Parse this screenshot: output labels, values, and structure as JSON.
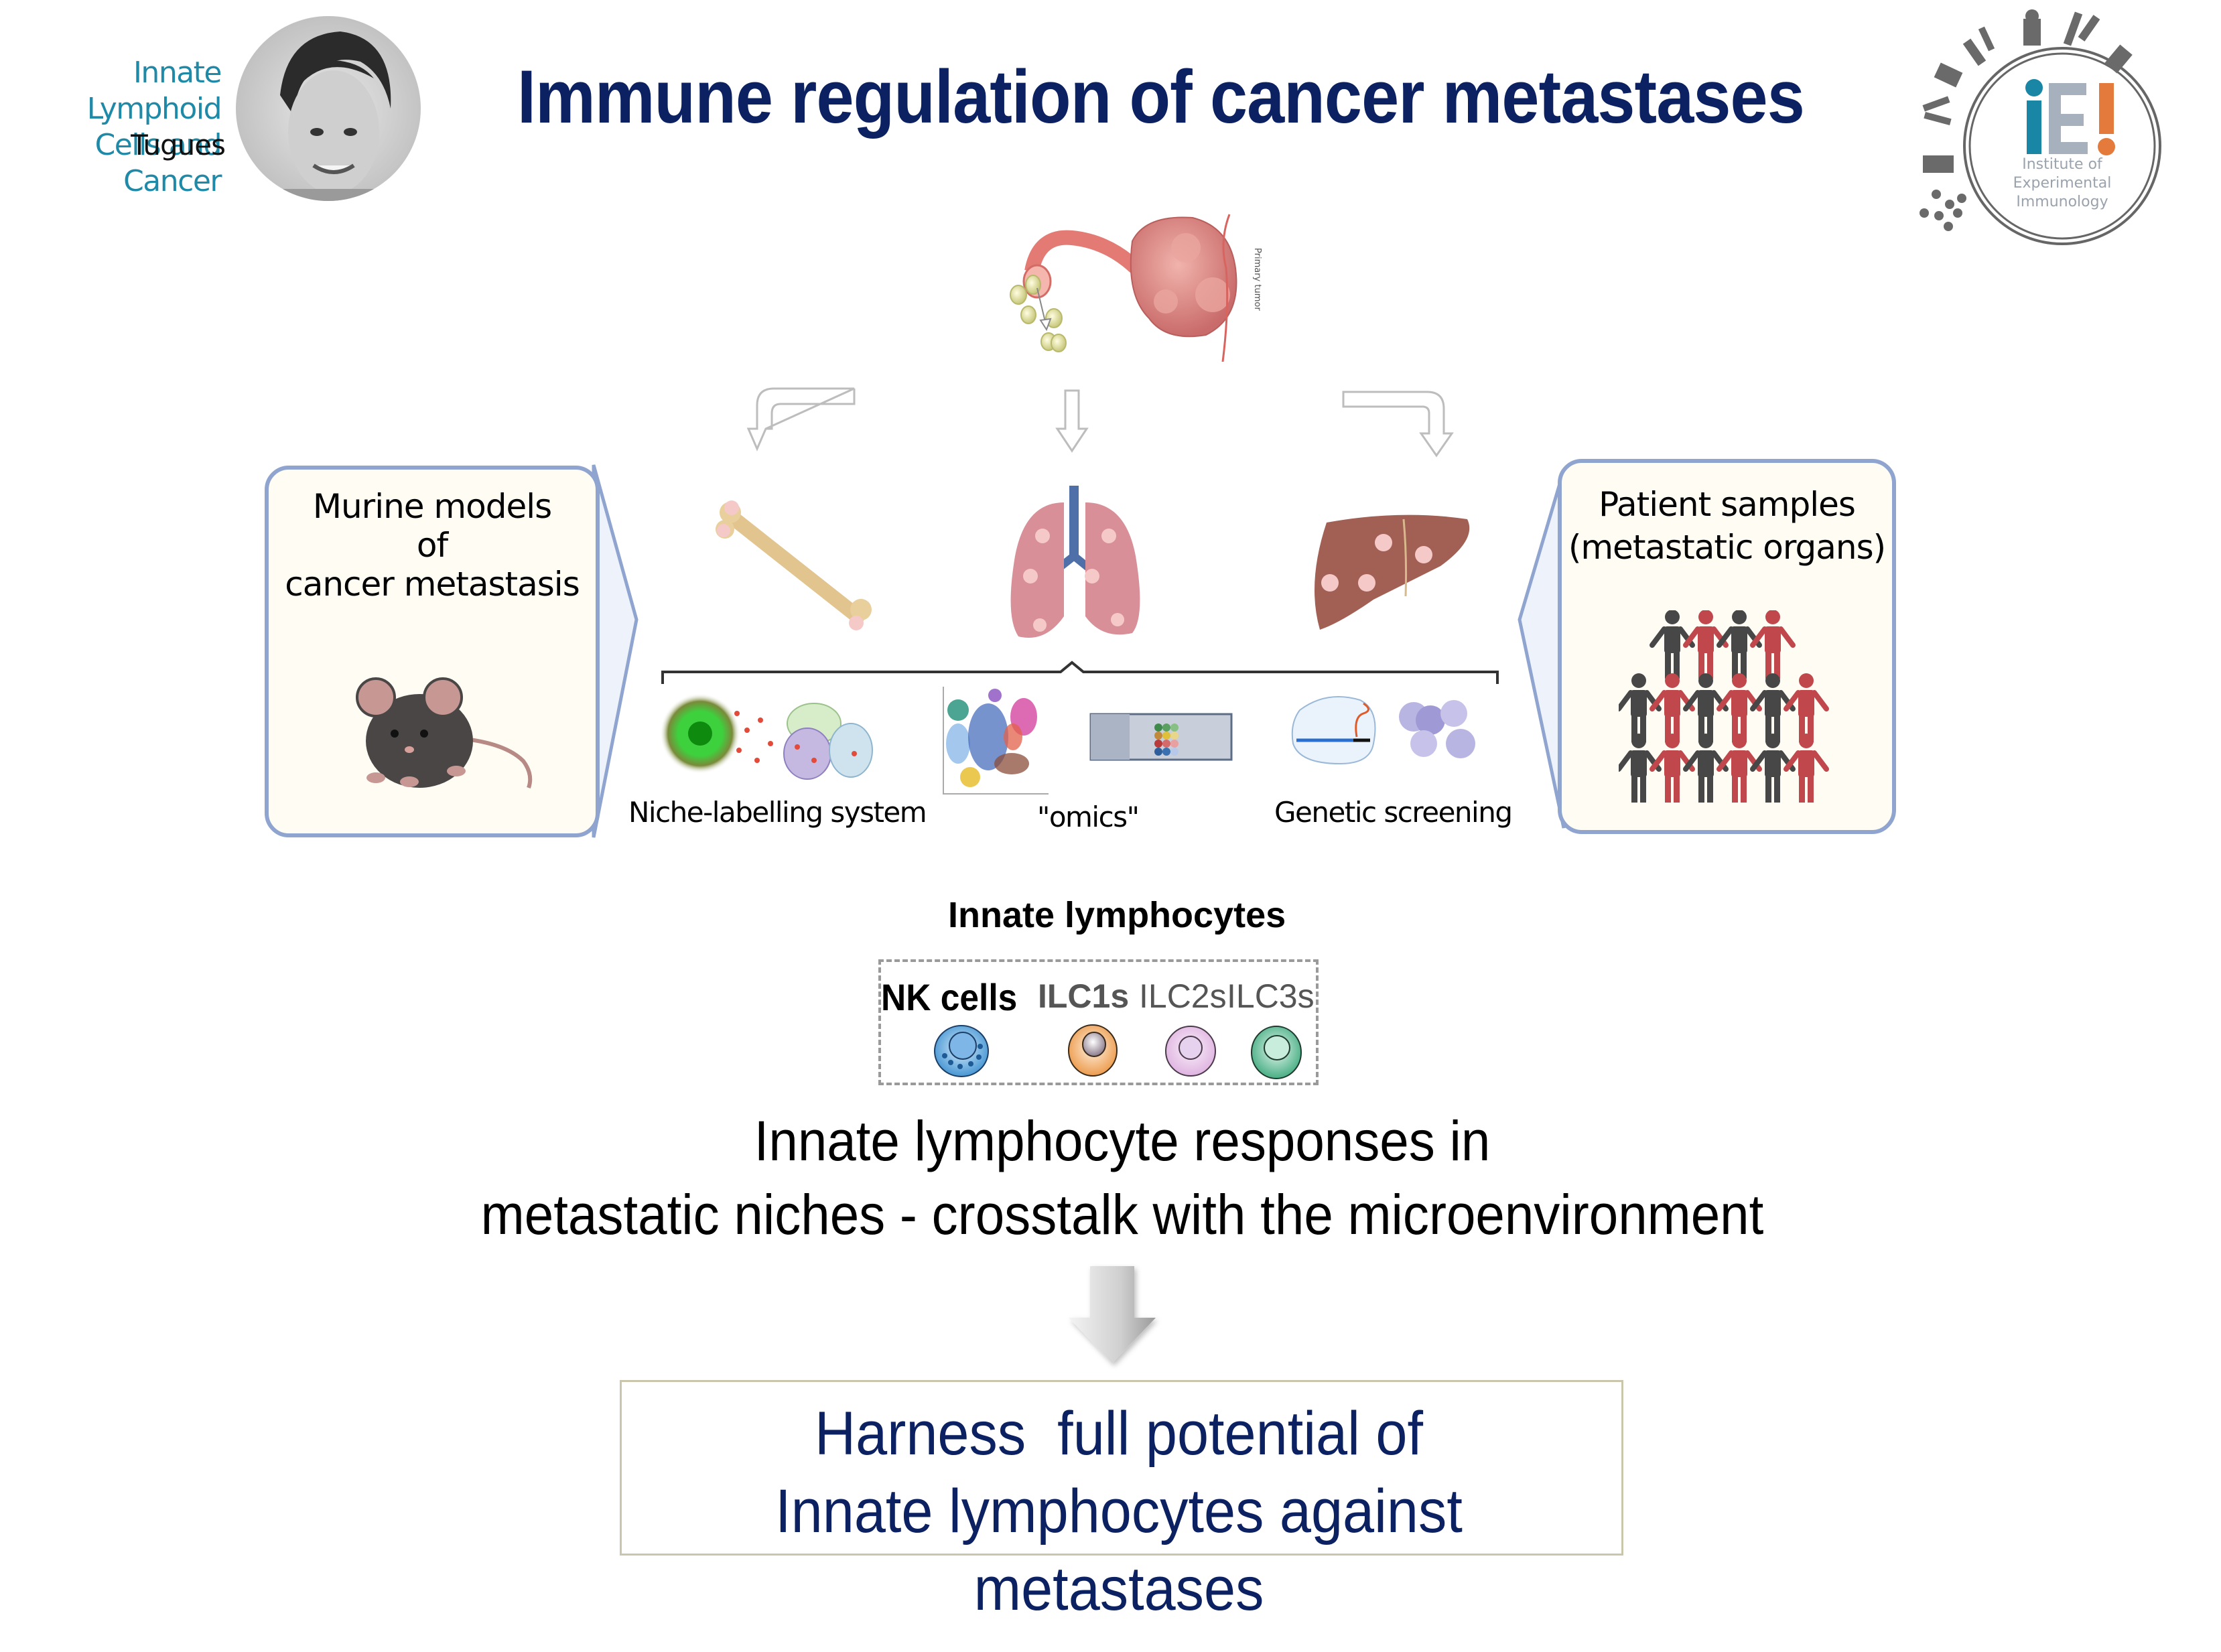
{
  "header": {
    "group_name_line1": "Innate Lymphoid",
    "group_name_line2": "Cells and Cancer",
    "group_leader": "Tugues",
    "title": "Immune regulation of cancer metastases",
    "logo": {
      "letters": [
        "i",
        "E",
        "!"
      ],
      "letter_colors": [
        "#1a86a6",
        "#a7b1bd",
        "#e47a3c"
      ],
      "text_lines": [
        "Institute of",
        "Experimental",
        "Immunology"
      ]
    }
  },
  "colors": {
    "title_navy": "#0b2161",
    "group_teal": "#1f8aa8",
    "box_border": "#8fa4cf",
    "box_fill": "#fffcf3",
    "patient_red": "#c0474c",
    "patient_gray": "#474747"
  },
  "diagram": {
    "primary_tumor_label": "Primary tumor",
    "left_box": {
      "label_lines": [
        "Murine models",
        "of",
        "cancer metastasis"
      ],
      "icon": "mouse-icon"
    },
    "right_box": {
      "label_lines": [
        "Patient samples",
        "(metastatic organs)"
      ],
      "icon": "people-group-icon",
      "people_rows": [
        [
          "gray",
          "red",
          "gray",
          "red"
        ],
        [
          "gray",
          "red",
          "gray",
          "red",
          "gray",
          "red"
        ],
        [
          "gray",
          "red",
          "gray",
          "red",
          "gray",
          "red"
        ]
      ]
    },
    "organs": [
      {
        "name": "bone",
        "icon": "bone-icon"
      },
      {
        "name": "lungs",
        "icon": "lungs-icon"
      },
      {
        "name": "liver",
        "icon": "liver-icon"
      }
    ],
    "methods": [
      {
        "label": "Niche-labelling system",
        "icon": "niche-labelling-icon"
      },
      {
        "label": "\"omics\"",
        "icon": "omics-icon"
      },
      {
        "label": "Genetic screening",
        "icon": "genetic-screening-icon"
      }
    ]
  },
  "innate_lymphocytes": {
    "title": "Innate lymphocytes",
    "cells": [
      {
        "label": "NK cells",
        "color": "#4a9fdc",
        "emphasis": true
      },
      {
        "label": "ILC1s",
        "color": "#f0a050",
        "emphasis": false
      },
      {
        "label": "ILC2s",
        "color": "#e6bde8",
        "emphasis": false
      },
      {
        "label": "ILC3s",
        "color": "#4fb98a",
        "emphasis": false
      }
    ]
  },
  "responses": {
    "line1": "Innate lymphocyte responses in",
    "line2": "metastatic niches - crosstalk with the microenvironment"
  },
  "goal": {
    "line1": "Harness  full potential of",
    "line2": "Innate lymphocytes against",
    "line3": "metastases"
  }
}
